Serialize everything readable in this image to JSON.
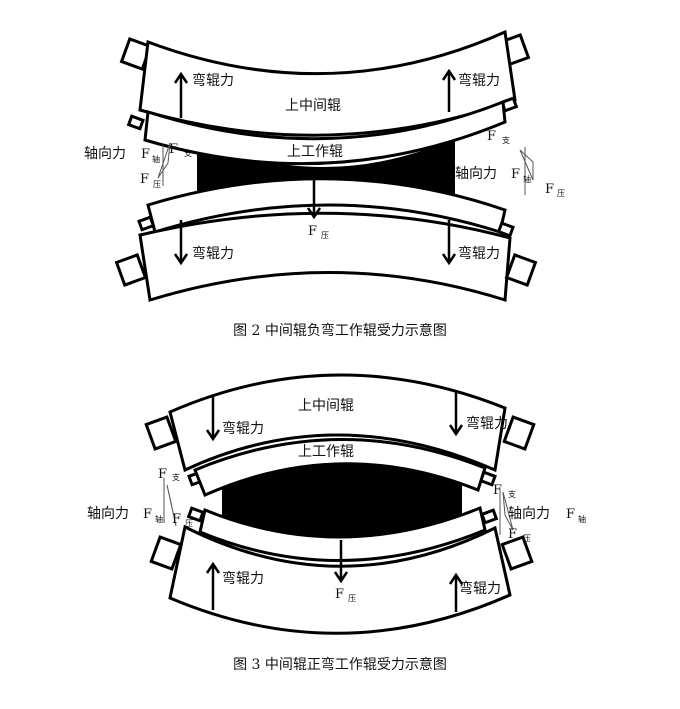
{
  "figure2": {
    "caption": "图 2  中间辊负弯工作辊受力示意图",
    "upper_intermediate_roll": "上中间辊",
    "upper_work_roll": "上工作辊",
    "bending_force": "弯辊力",
    "axial_force": "轴向力",
    "F": "F",
    "sub_axial": "轴",
    "sub_support": "支",
    "sub_press": "压"
  },
  "figure3": {
    "caption": "图 3  中间辊正弯工作辊受力示意图",
    "upper_intermediate_roll": "上中间辊",
    "upper_work_roll": "上工作辊",
    "bending_force": "弯辊力",
    "axial_force": "轴向力",
    "F": "F",
    "sub_axial": "轴",
    "sub_support": "支",
    "sub_press": "压"
  }
}
